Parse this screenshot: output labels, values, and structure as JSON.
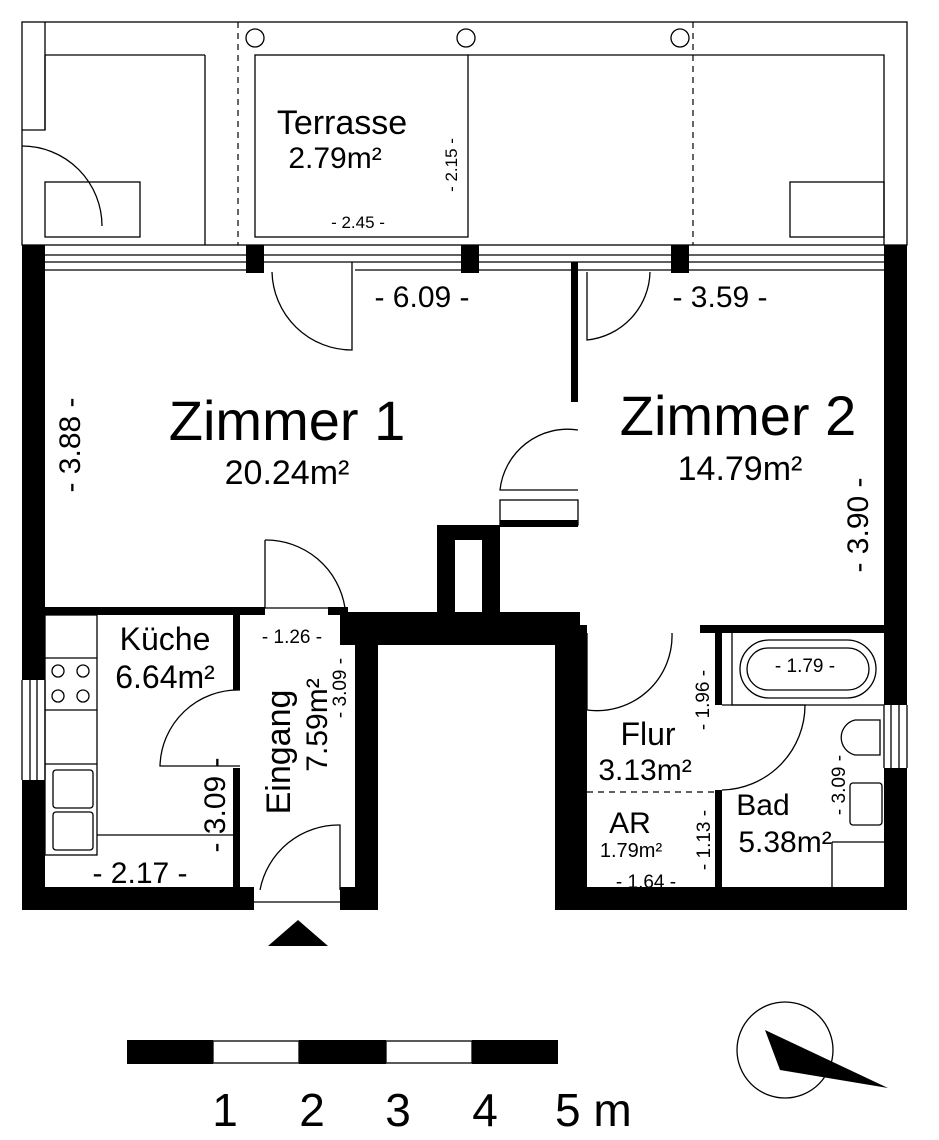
{
  "rooms": {
    "terrasse": {
      "name": "Terrasse",
      "area": "2.79m²",
      "dim_w": "- 2.45 -",
      "dim_h": "- 2.15 -"
    },
    "zimmer1": {
      "name": "Zimmer 1",
      "area": "20.24m²",
      "dim_w": "- 6.09 -",
      "dim_h": "- 3.88 -"
    },
    "zimmer2": {
      "name": "Zimmer 2",
      "area": "14.79m²",
      "dim_w": "- 3.59 -",
      "dim_h": "- 3.90 -"
    },
    "kueche": {
      "name": "Küche",
      "area": "6.64m²",
      "dim_w": "- 2.17 -",
      "dim_h": "- 3.09 -"
    },
    "eingang": {
      "name": "Eingang",
      "area": "7.59m²",
      "dim_w": "- 1.26 -",
      "dim_h": "- 3.09 -"
    },
    "flur": {
      "name": "Flur",
      "area": "3.13m²",
      "dim_h": "- 1.96 -"
    },
    "ar": {
      "name": "AR",
      "area": "1.79m²",
      "dim_w": "- 1.64 -",
      "dim_h": "- 1.13 -"
    },
    "bad": {
      "name": "Bad",
      "area": "5.38m²",
      "dim_h": "- 3.09 -",
      "tub_dim": "- 1.79 -"
    }
  },
  "scale_bar": {
    "labels": [
      "1",
      "2",
      "3",
      "4",
      "5 m"
    ]
  },
  "north_arrow": {
    "icon": "north-arrow-icon"
  }
}
